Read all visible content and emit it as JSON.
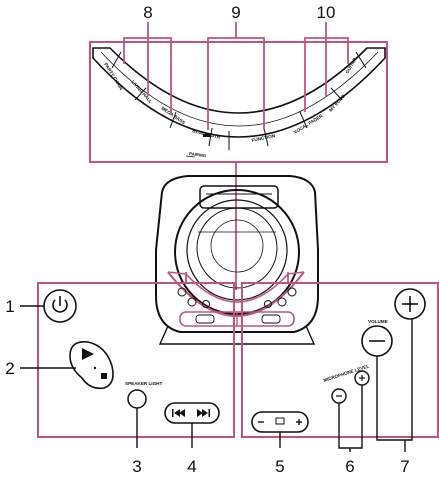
{
  "callouts": {
    "c1": "1",
    "c2": "2",
    "c3": "3",
    "c4": "4",
    "c5": "5",
    "c6": "6",
    "c7": "7",
    "c8": "8",
    "c9": "9",
    "c10": "10"
  },
  "arc_labels": {
    "party_chain": "PARTY CHAIN",
    "living_hall": "LIVING HALL",
    "mega_bass": "MEGA BASS",
    "bluetooth": "BLUETOOTH",
    "pairing": "PAIRING",
    "function": "FUNCTION",
    "vocal_fader": "VOCAL FADER",
    "my_echo": "MY ECHO",
    "guitar": "GUITAR"
  },
  "panel_labels": {
    "speaker_light": "SPEAKER LIGHT",
    "microphone_level": "MICROPHONE LEVEL",
    "volume": "VOLUME"
  },
  "colors": {
    "highlight": "#c2557a",
    "line": "#111111"
  },
  "icons": [
    "power-icon",
    "play-icon",
    "stop-icon",
    "prev-track-icon",
    "next-track-icon",
    "folder-icon"
  ]
}
